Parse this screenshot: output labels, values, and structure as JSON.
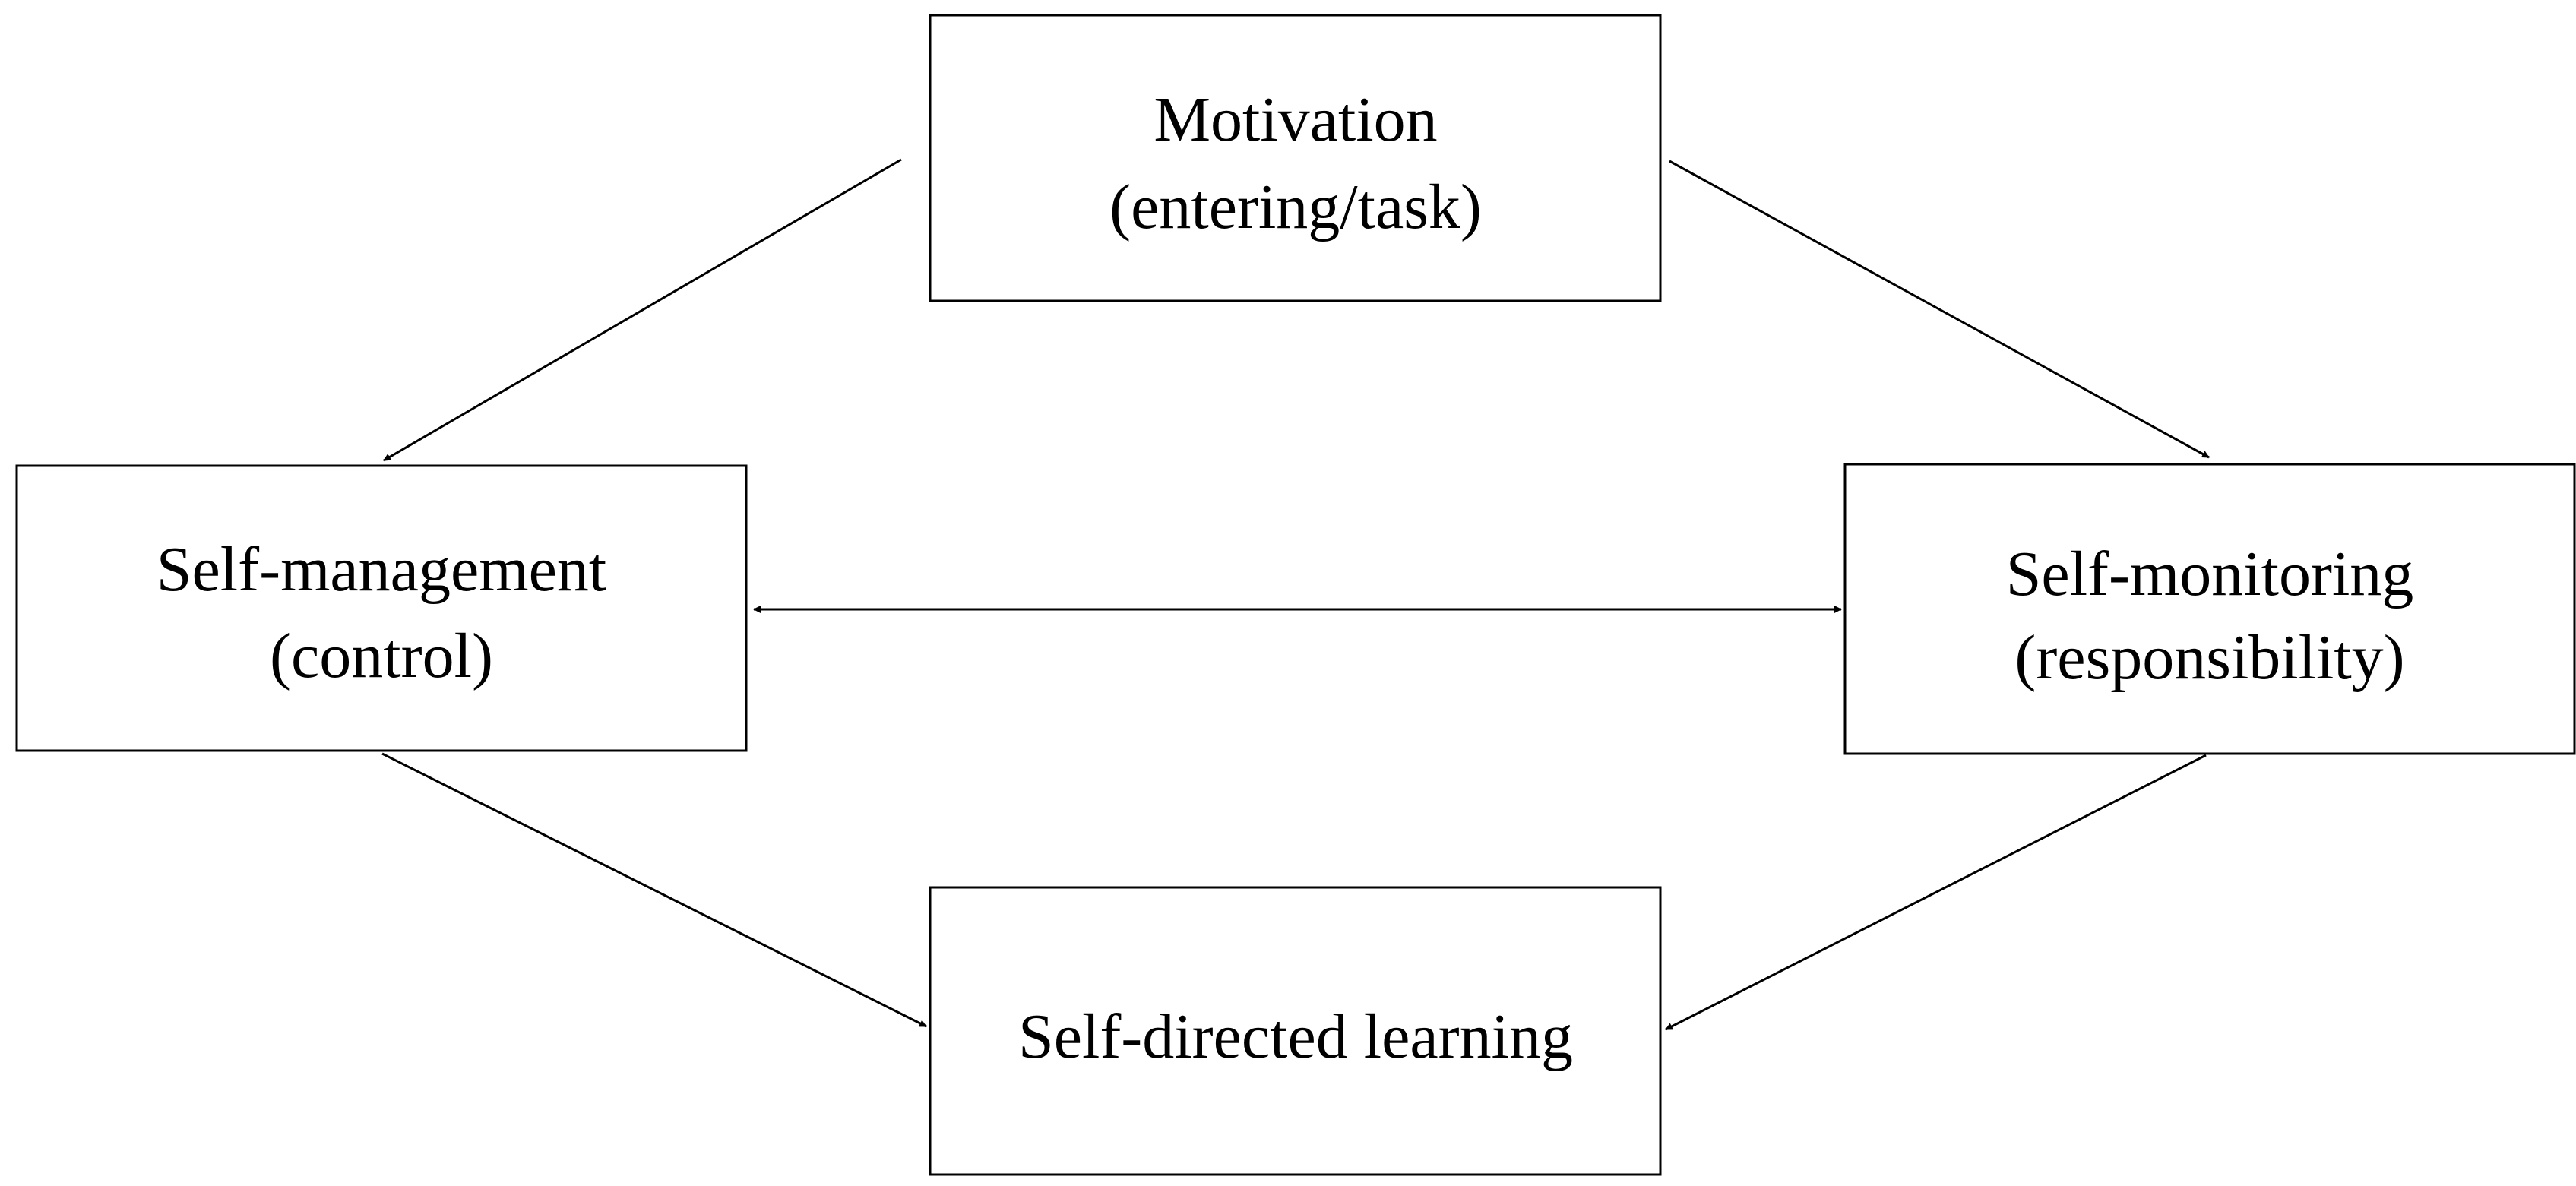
{
  "diagram": {
    "nodes": {
      "motivation": {
        "line1": "Motivation",
        "line2": "(entering/task)"
      },
      "self_management": {
        "line1": "Self-management",
        "line2": "(control)"
      },
      "self_monitoring": {
        "line1": "Self-monitoring",
        "line2": "(responsibility)"
      },
      "self_directed_learning": {
        "line1": "Self-directed learning"
      }
    },
    "edges": [
      {
        "from": "motivation",
        "to": "self_management",
        "direction": "forward"
      },
      {
        "from": "motivation",
        "to": "self_monitoring",
        "direction": "forward"
      },
      {
        "from": "self_management",
        "to": "self_monitoring",
        "direction": "both"
      },
      {
        "from": "self_management",
        "to": "self_directed_learning",
        "direction": "forward"
      },
      {
        "from": "self_monitoring",
        "to": "self_directed_learning",
        "direction": "forward"
      }
    ],
    "colors": {
      "stroke": "#000000",
      "background": "#ffffff"
    }
  }
}
